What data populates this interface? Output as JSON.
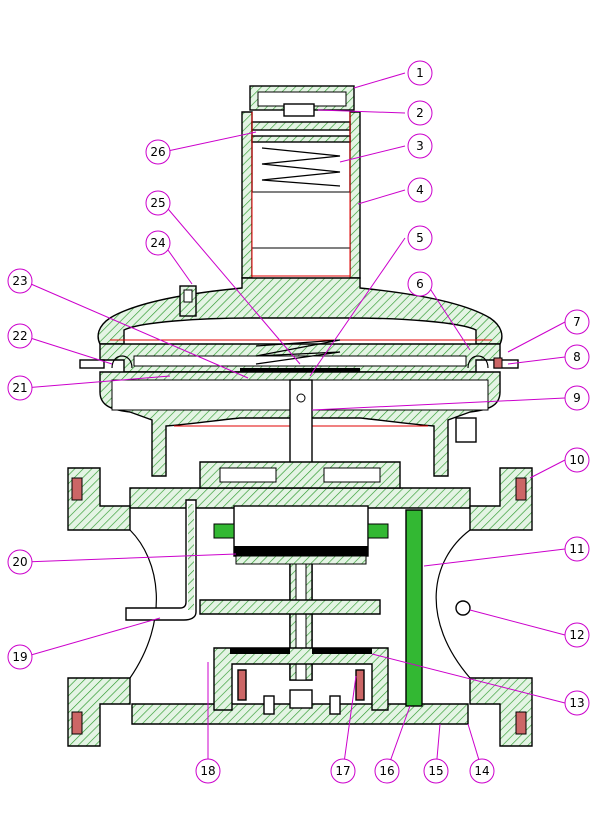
{
  "colors": {
    "hatch": "#2e9a2e",
    "hatch_bg": "#e4f4e4",
    "solid_green": "#33b833",
    "callout": "#cc00cc",
    "red_line": "#e00000",
    "rubber": "#cc6666"
  },
  "callouts": [
    {
      "n": "1"
    },
    {
      "n": "2"
    },
    {
      "n": "3"
    },
    {
      "n": "4"
    },
    {
      "n": "5"
    },
    {
      "n": "6"
    },
    {
      "n": "7"
    },
    {
      "n": "8"
    },
    {
      "n": "9"
    },
    {
      "n": "10"
    },
    {
      "n": "11"
    },
    {
      "n": "12"
    },
    {
      "n": "13"
    },
    {
      "n": "14"
    },
    {
      "n": "15"
    },
    {
      "n": "16"
    },
    {
      "n": "17"
    },
    {
      "n": "18"
    },
    {
      "n": "19"
    },
    {
      "n": "20"
    },
    {
      "n": "21"
    },
    {
      "n": "22"
    },
    {
      "n": "23"
    },
    {
      "n": "24"
    },
    {
      "n": "25"
    },
    {
      "n": "26"
    }
  ]
}
